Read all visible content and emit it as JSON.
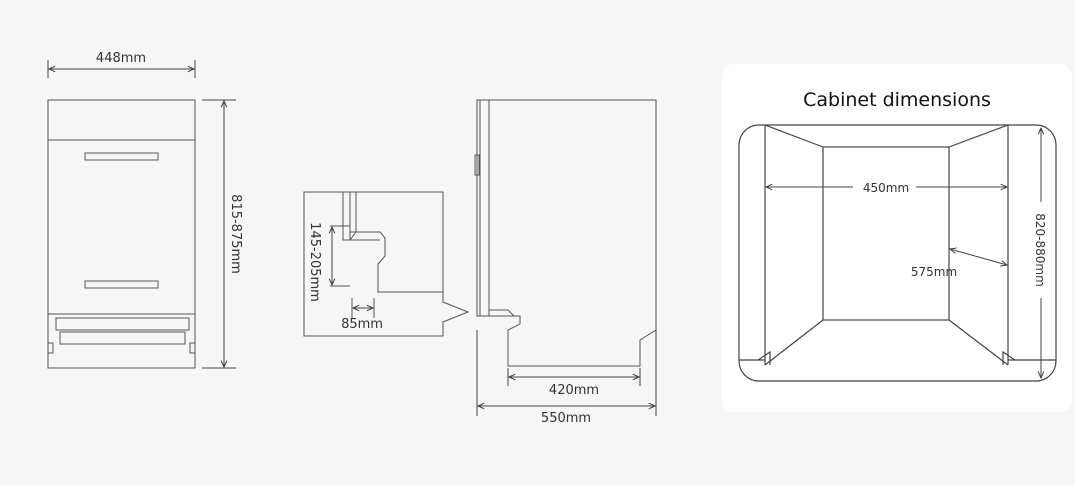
{
  "front_view": {
    "width_label": "448mm",
    "height_label": "815-875mm"
  },
  "side_view": {
    "depth_label": "550mm",
    "foot_label": "420mm"
  },
  "detail_view": {
    "height_label": "145-205mm",
    "offset_label": "85mm"
  },
  "cabinet": {
    "title": "Cabinet dimensions",
    "width_label": "450mm",
    "depth_label": "575mm",
    "height_label": "820-880mm"
  },
  "colors": {
    "background": "#f6f6f6",
    "card": "#ffffff",
    "line": "#444444"
  }
}
